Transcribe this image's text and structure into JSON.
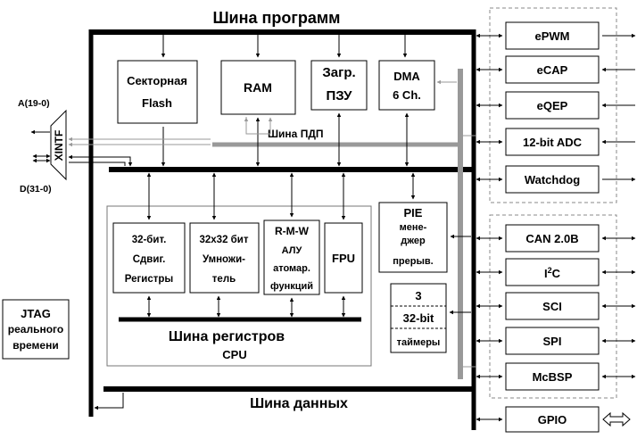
{
  "buses": {
    "program_bus": "Шина программ",
    "dma_bus": "Шина ПДП",
    "register_bus": "Шина регистров",
    "cpu": "CPU",
    "data_bus": "Шина данных"
  },
  "memory_blocks": {
    "sector_flash_line1": "Секторная",
    "sector_flash_line2": "Flash",
    "ram": "RAM",
    "boot_rom_line1": "Загр.",
    "boot_rom_line2": "ПЗУ",
    "dma_line1": "DMA",
    "dma_line2": "6 Ch."
  },
  "cpu_units": {
    "shift_line1": "32-бит.",
    "shift_line2": "Сдвиг.",
    "shift_line3": "Регистры",
    "mult_line1": "32x32 бит",
    "mult_line2": "Умножи-",
    "mult_line3": "тель",
    "alu_line1": "R-M-W",
    "alu_line2": "АЛУ",
    "alu_line3": "атомар.",
    "alu_line4": "функций",
    "fpu": "FPU"
  },
  "pie": {
    "line1": "PIE",
    "line2": "мене-",
    "line3": "джер",
    "line4": "прерыв."
  },
  "timers": {
    "line1": "3",
    "line2": "32-bit",
    "line3": "таймеры"
  },
  "xintf": {
    "label": "XINTF",
    "address": "A(19-0)",
    "data": "D(31-0)"
  },
  "jtag": {
    "line1": "JTAG",
    "line2": "реального",
    "line3": "времени"
  },
  "peripherals_group1": [
    "ePWM",
    "eCAP",
    "eQEP",
    "12-bit ADC",
    "Watchdog"
  ],
  "peripherals_group2": {
    "can": "CAN 2.0B",
    "i2c_main": "I",
    "i2c_sup": "2",
    "i2c_end": "C",
    "sci": "SCI",
    "spi": "SPI",
    "mcbsp": "McBSP"
  },
  "gpio": "GPIO"
}
